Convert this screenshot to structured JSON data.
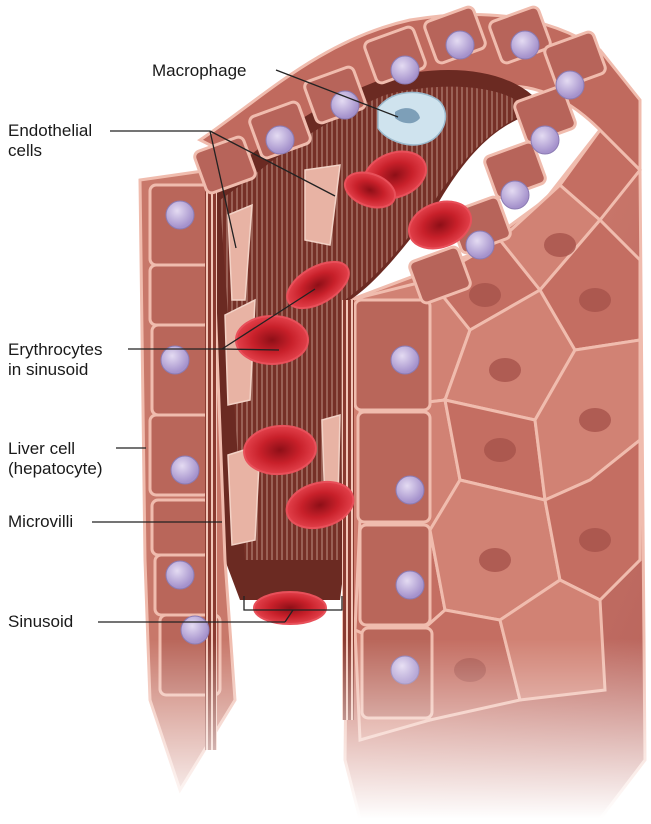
{
  "labels": {
    "macrophage": "Macrophage",
    "endothelial_cells": "Endothelial\ncells",
    "erythrocytes_in_sinusoid": "Erythrocytes\nin sinusoid",
    "liver_cell": "Liver cell\n(hepatocyte)",
    "microvilli": "Microvilli",
    "sinusoid": "Sinusoid"
  },
  "colors": {
    "hepatocyte": "#c9776a",
    "hepatocyte_light": "#e3a393",
    "hepatocyte_dark": "#9a4a40",
    "cell_border": "#f0bcae",
    "nucleus": "#b8a6d6",
    "erythrocyte": "#c8202a",
    "erythrocyte_dark": "#8e0f17",
    "endothelial": "#e8b3a4",
    "macrophage": "#cfe3ee",
    "space_of_disse": "#6b2a22",
    "leader_line": "#222222"
  }
}
